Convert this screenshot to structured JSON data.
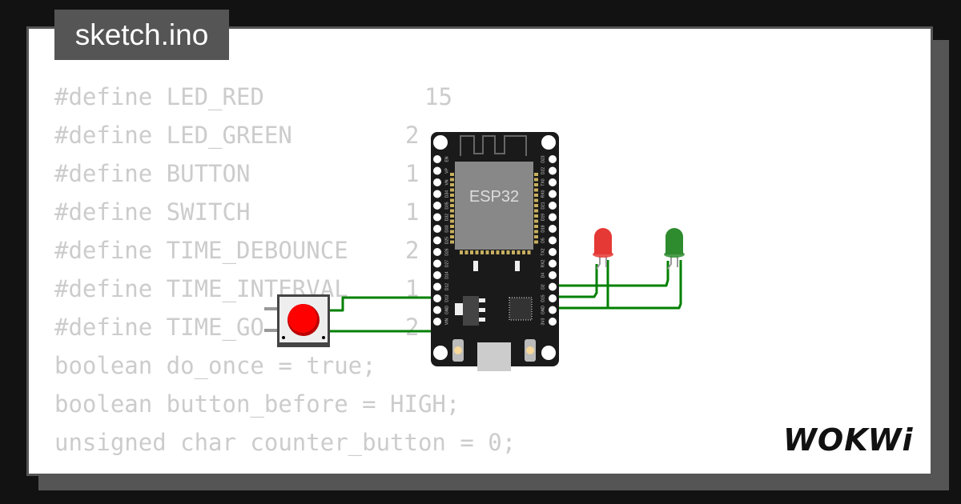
{
  "title": "sketch.ino",
  "code_lines": [
    {
      "text": "#define LED_RED",
      "value": "15"
    },
    {
      "text": "#define LED_GREEN",
      "value": "2"
    },
    {
      "text": "#define BUTTON",
      "value": "1"
    },
    {
      "text": "#define SWITCH",
      "value": "1"
    },
    {
      "text": "#define TIME_DEBOUNCE",
      "value": "2"
    },
    {
      "text": "#define TIME_INTERVAL",
      "value": "1"
    },
    {
      "text": "#define TIME_GO",
      "value": "2"
    },
    {
      "text": "boolean do_once = true;"
    },
    {
      "text": "boolean button_before = HIGH;"
    },
    {
      "text": "unsigned char counter_button = 0;"
    }
  ],
  "board": {
    "chip_label": "ESP32",
    "left_pins": [
      "EN",
      "VP",
      "VN",
      "D34",
      "D35",
      "D32",
      "D33",
      "D25",
      "D26",
      "D27",
      "D14",
      "D12",
      "D13",
      "GND",
      "VIN"
    ],
    "right_pins": [
      "D23",
      "D22",
      "TX0",
      "RX0",
      "D21",
      "D19",
      "D18",
      "D5",
      "TX2",
      "RX2",
      "D4",
      "D2",
      "D15",
      "GND",
      "3V3"
    ]
  },
  "colors": {
    "wire": "#008000",
    "led_red": "#e53935",
    "led_green": "#2e8b2e",
    "button": "#ff0000"
  },
  "logo": "WOKWi"
}
